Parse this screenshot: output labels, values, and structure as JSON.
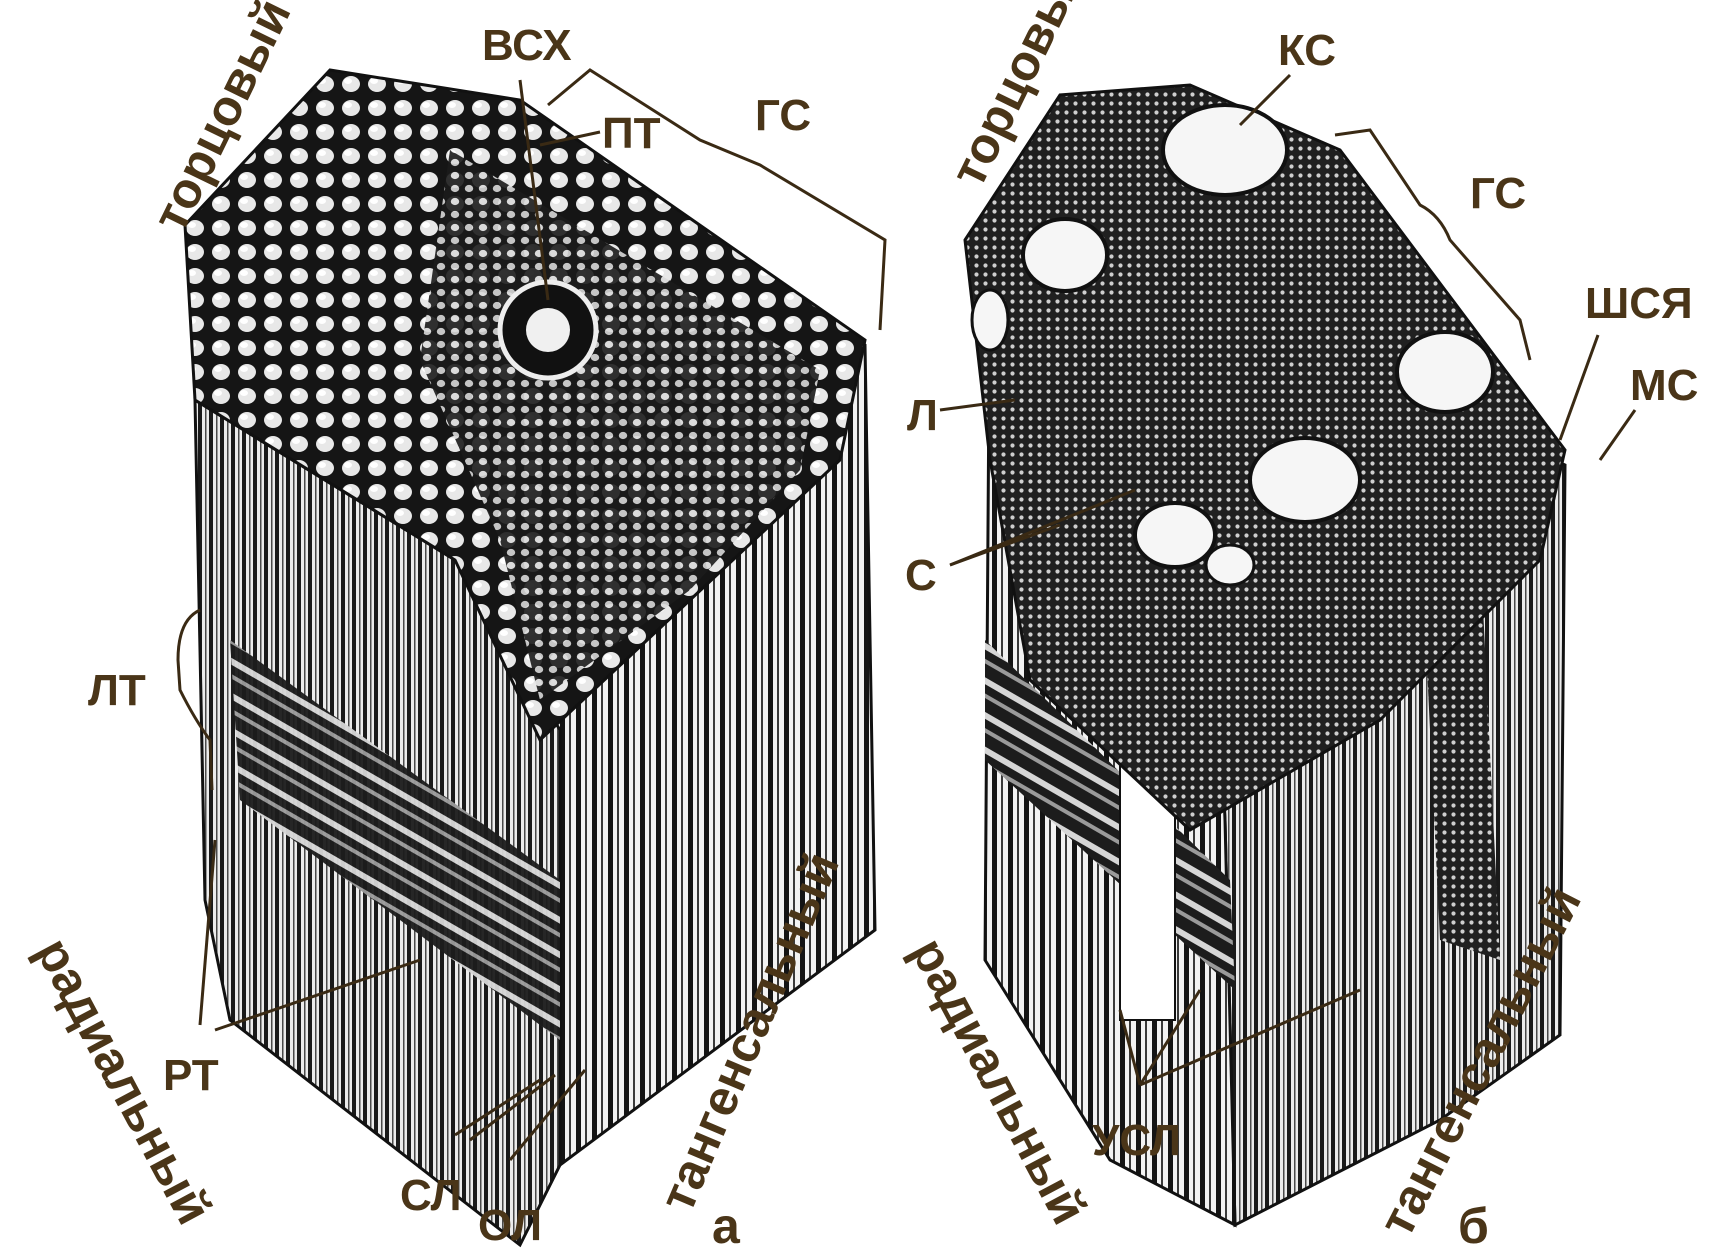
{
  "left_block": {
    "face_labels": {
      "end": "торцовый",
      "radial": "радиальный",
      "tangential": "тангенсальный"
    },
    "callouts": [
      "ВСХ",
      "ПТ",
      "ГС",
      "ЛТ",
      "РТ",
      "СЛ",
      "ОЛ"
    ],
    "caption": "а"
  },
  "right_block": {
    "face_labels": {
      "end": "торцовый",
      "radial": "радиальный",
      "tangential": "тангенсальный"
    },
    "callouts": [
      "КС",
      "ГС",
      "ШСЯ",
      "МС",
      "Л",
      "С",
      "УСЛ"
    ],
    "caption": "б"
  },
  "colors": {
    "label": "#4a3518",
    "wood_dark": "#141414",
    "wood_light": "#f4f4f4"
  }
}
